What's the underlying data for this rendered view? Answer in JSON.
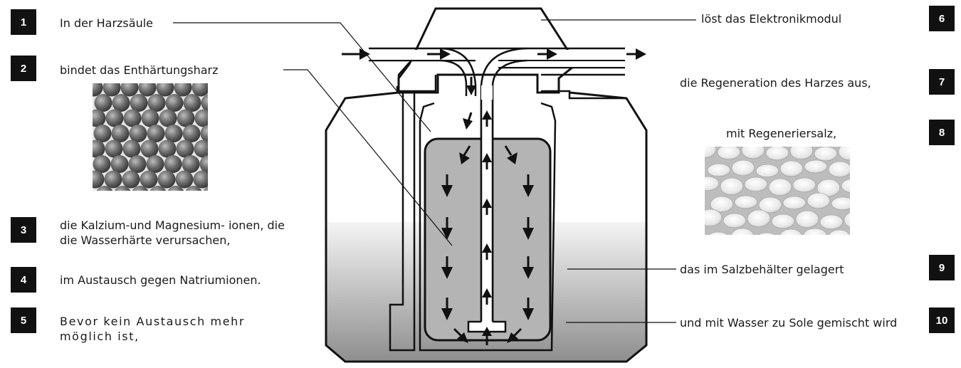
{
  "steps": [
    {
      "num": "1",
      "text": "In der Harzsäule"
    },
    {
      "num": "2",
      "text": "bindet das Enthärtungsharz"
    },
    {
      "num": "3",
      "text": "die Kalzium-und Magnesium- ionen, die die Wasserhärte verursachen,"
    },
    {
      "num": "4",
      "text": "im Austausch gegen Natriumionen."
    },
    {
      "num": "5",
      "text": "Bevor kein Austausch mehr möglich ist,"
    },
    {
      "num": "6",
      "text": "löst das Elektronikmodul"
    },
    {
      "num": "7",
      "text": "die Regeneration des Harzes aus,"
    },
    {
      "num": "8",
      "text": "mit Regeneriersalz,"
    },
    {
      "num": "9",
      "text": "das im Salzbehälter gelagert"
    },
    {
      "num": "10",
      "text": "und mit Wasser zu Sole gemischt wird"
    }
  ],
  "images": {
    "resin": {
      "icon": "resin-beads-photo"
    },
    "salt": {
      "icon": "salt-tablets-photo"
    }
  },
  "colors": {
    "badge": "#111111",
    "resin_column": "#b4b4b4",
    "brine_top": "#f2f2f2",
    "brine_bottom": "#8a8a8a"
  }
}
